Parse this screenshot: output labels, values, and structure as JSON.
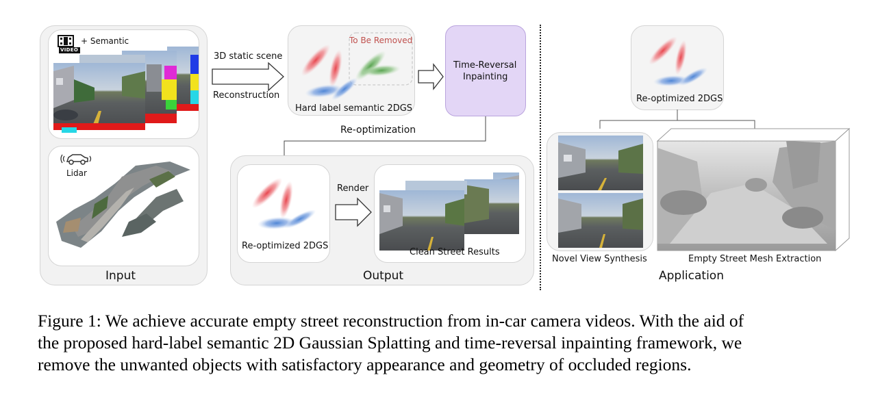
{
  "figure": {
    "input": {
      "title": "Input",
      "video_badge": "VIDEO",
      "semantic_label": "+ Semantic",
      "lidar_label": "Lidar"
    },
    "reconstruction": {
      "arrow_top": "3D static scene",
      "arrow_bottom": "Reconstruction"
    },
    "semantic_2dgs": {
      "caption": "Hard label semantic 2DGS",
      "removed_label": "To Be Removed"
    },
    "inpainting": {
      "line1": "Time-Reversal",
      "line2": "Inpainting"
    },
    "reoptimization_label": "Re-optimization",
    "output": {
      "title": "Output",
      "reoptimized_caption": "Re-optimized 2DGS",
      "render_label": "Render",
      "clean_caption": "Clean Street Results"
    },
    "application": {
      "title": "Application",
      "reoptimized_caption": "Re-optimized 2DGS",
      "novel_view_caption": "Novel View Synthesis",
      "mesh_caption": "Empty Street Mesh Extraction"
    }
  },
  "colors": {
    "gaussian_red": "#e8474f",
    "gaussian_blue": "#4f86d6",
    "gaussian_green": "#5aa552",
    "removed_text": "#c0504d",
    "inpaint_fill": "#e3d6f6"
  },
  "caption_lines": [
    "Figure 1: We achieve accurate empty street reconstruction from in-car camera videos. With the aid of",
    "the proposed hard-label semantic 2D Gaussian Splatting and time-reversal inpainting framework, we",
    "remove the unwanted objects with satisfactory appearance and geometry of occluded regions."
  ]
}
